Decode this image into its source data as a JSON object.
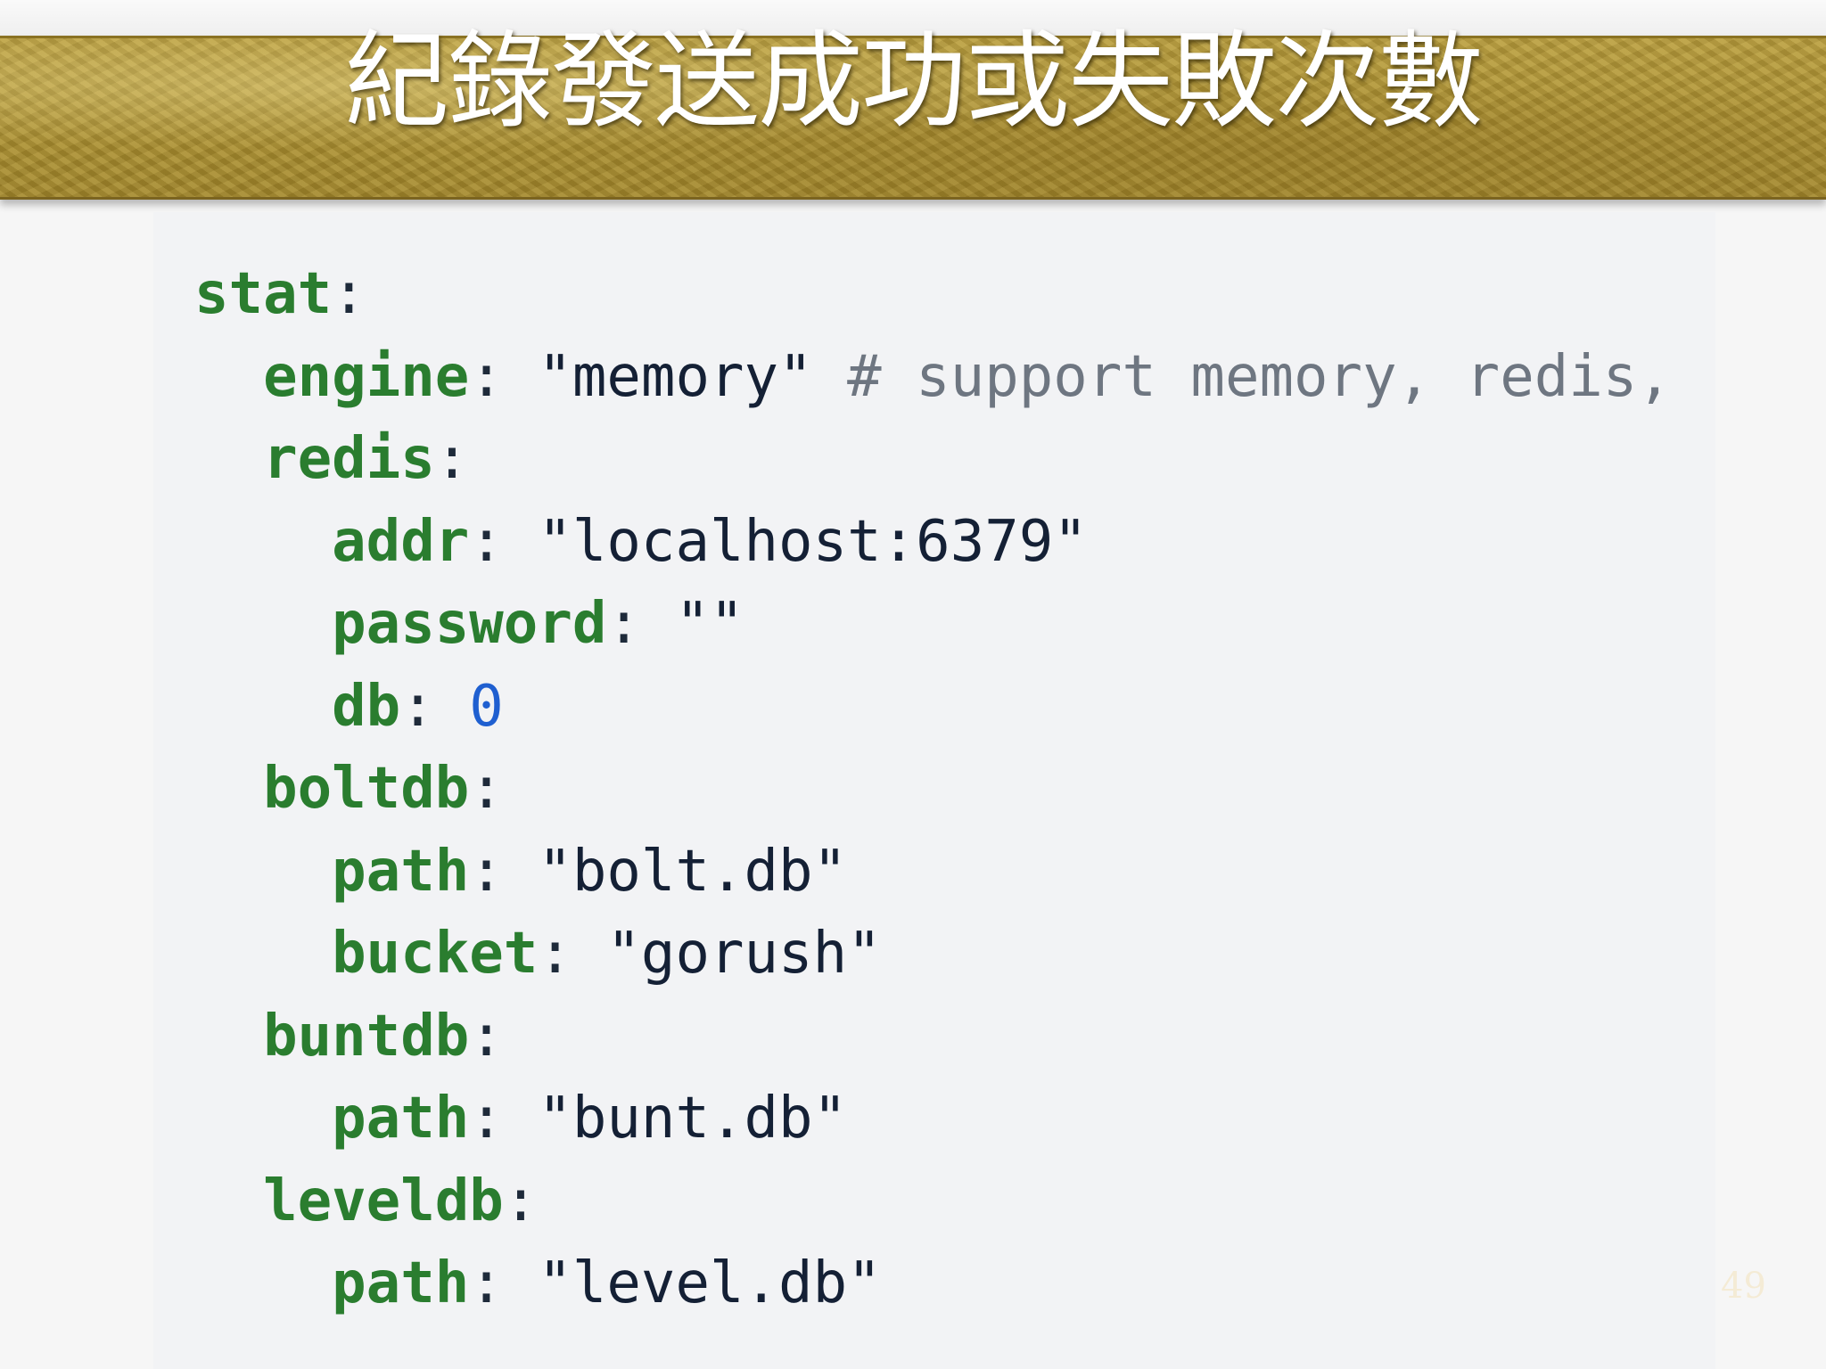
{
  "slide": {
    "title": "紀錄發送成功或失敗次數",
    "page_number": "49"
  },
  "code": {
    "lines": [
      {
        "indent": "",
        "key": "stat",
        "sep": ":",
        "value": "",
        "value_type": "",
        "comment": ""
      },
      {
        "indent": "  ",
        "key": "engine",
        "sep": ": ",
        "value": "\"memory\"",
        "value_type": "string",
        "comment": " # support memory, redis,"
      },
      {
        "indent": "  ",
        "key": "redis",
        "sep": ":",
        "value": "",
        "value_type": "",
        "comment": ""
      },
      {
        "indent": "    ",
        "key": "addr",
        "sep": ": ",
        "value": "\"localhost:6379\"",
        "value_type": "string",
        "comment": ""
      },
      {
        "indent": "    ",
        "key": "password",
        "sep": ": ",
        "value": "\"\"",
        "value_type": "string",
        "comment": ""
      },
      {
        "indent": "    ",
        "key": "db",
        "sep": ": ",
        "value": "0",
        "value_type": "number",
        "comment": ""
      },
      {
        "indent": "  ",
        "key": "boltdb",
        "sep": ":",
        "value": "",
        "value_type": "",
        "comment": ""
      },
      {
        "indent": "    ",
        "key": "path",
        "sep": ": ",
        "value": "\"bolt.db\"",
        "value_type": "string",
        "comment": ""
      },
      {
        "indent": "    ",
        "key": "bucket",
        "sep": ": ",
        "value": "\"gorush\"",
        "value_type": "string",
        "comment": ""
      },
      {
        "indent": "  ",
        "key": "buntdb",
        "sep": ":",
        "value": "",
        "value_type": "",
        "comment": ""
      },
      {
        "indent": "    ",
        "key": "path",
        "sep": ": ",
        "value": "\"bunt.db\"",
        "value_type": "string",
        "comment": ""
      },
      {
        "indent": "  ",
        "key": "leveldb",
        "sep": ":",
        "value": "",
        "value_type": "",
        "comment": ""
      },
      {
        "indent": "    ",
        "key": "path",
        "sep": ": ",
        "value": "\"level.db\"",
        "value_type": "string",
        "comment": ""
      }
    ]
  },
  "colors": {
    "title_band": "#a88e33",
    "title_text": "#ffffff",
    "yaml_key": "#2a7d2f",
    "yaml_string": "#142035",
    "yaml_number": "#1f5fd0",
    "yaml_comment": "#6e7681",
    "code_background": "#f2f3f5"
  }
}
